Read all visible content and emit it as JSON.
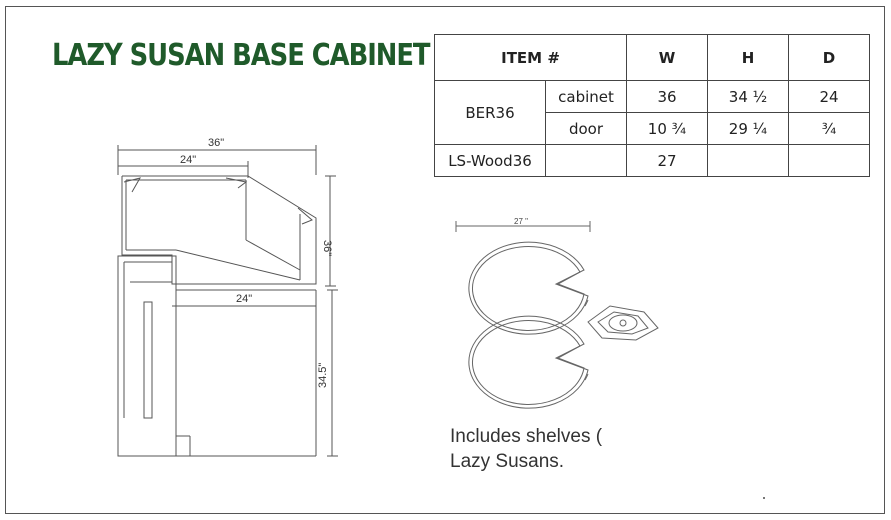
{
  "title": "LAZY SUSAN BASE CABINET",
  "table": {
    "headers": [
      "ITEM #",
      "W",
      "H",
      "D"
    ],
    "rows": [
      {
        "item": "BER36",
        "part": "cabinet",
        "w": "36",
        "h": "34 ½",
        "d": "24"
      },
      {
        "part": "door",
        "w": "10 ¾",
        "h": "29 ¼",
        "d": "¾"
      },
      {
        "item": "LS-Wood36",
        "part": "",
        "w": "27",
        "h": "",
        "d": ""
      }
    ]
  },
  "drawing": {
    "top_width": "36\"",
    "top_inner": "24\"",
    "side_depth": "36\"",
    "front_width": "24\"",
    "height": "34.5\"",
    "lazy_susan_diameter": "27 \""
  },
  "caption": {
    "line1": "Includes shelves (",
    "line2": "Lazy Susans."
  }
}
